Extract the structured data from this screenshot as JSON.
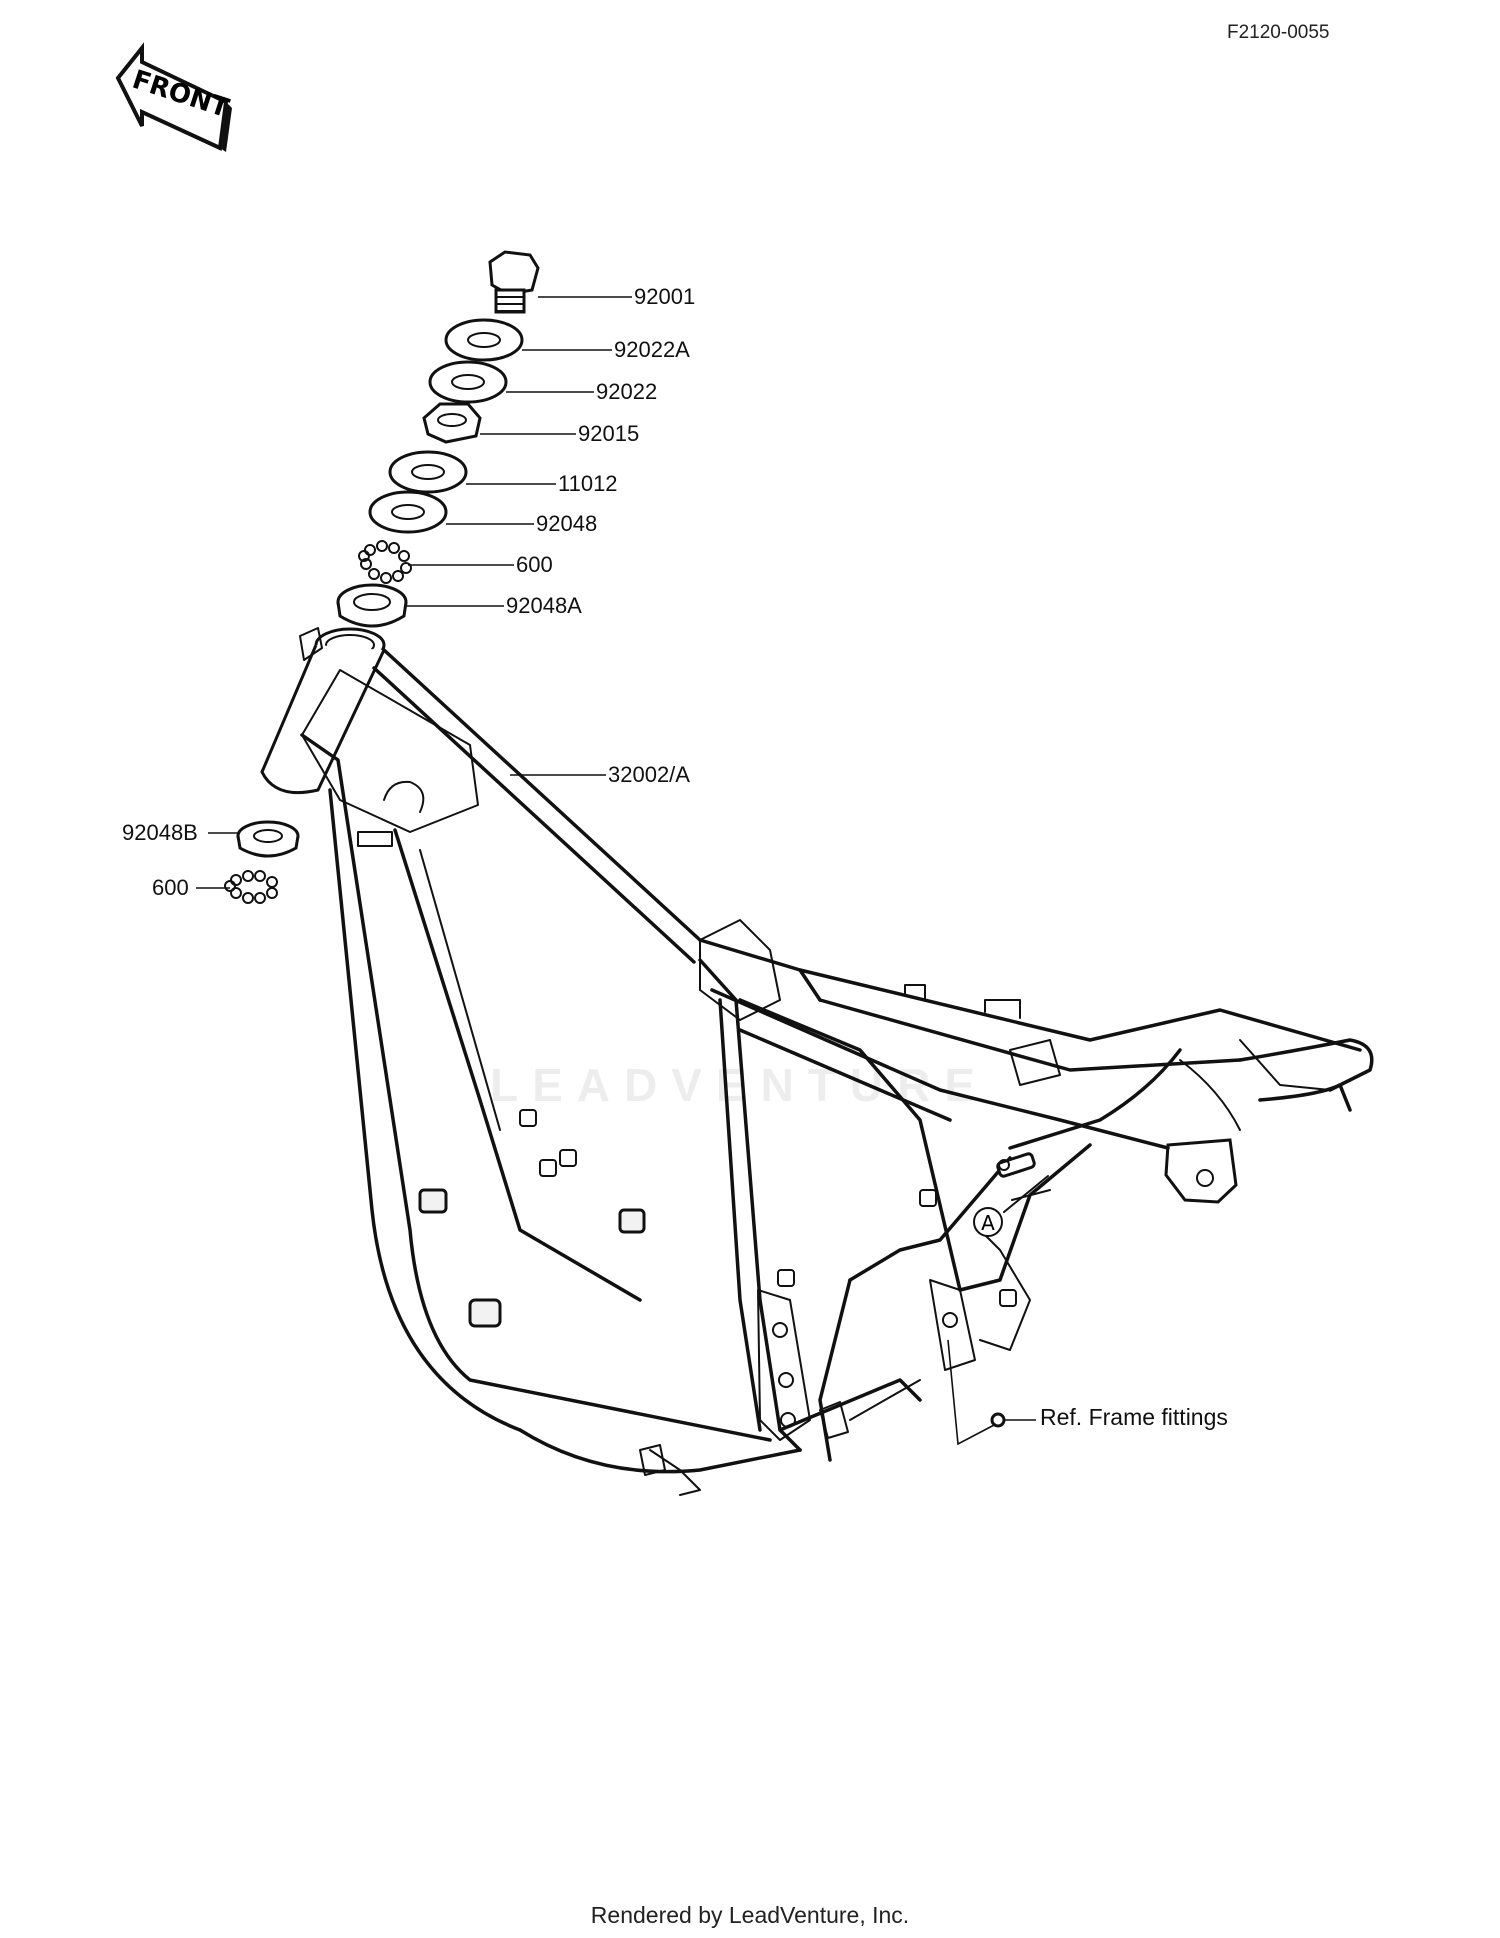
{
  "document": {
    "code": "F2120-0055",
    "front_label": "FRONT",
    "watermark": "LEADVENTURE",
    "footer": "Rendered by LeadVenture, Inc."
  },
  "callouts": {
    "p92001": "92001",
    "p92022A": "92022A",
    "p92022": "92022",
    "p92015": "92015",
    "p11012": "11012",
    "p92048": "92048",
    "p600_top": "600",
    "p92048A": "92048A",
    "p32002A": "32002/A",
    "p92048B": "92048B",
    "p600_side": "600",
    "ref_frame_fittings": "Ref. Frame fittings",
    "marker_A": "A"
  }
}
